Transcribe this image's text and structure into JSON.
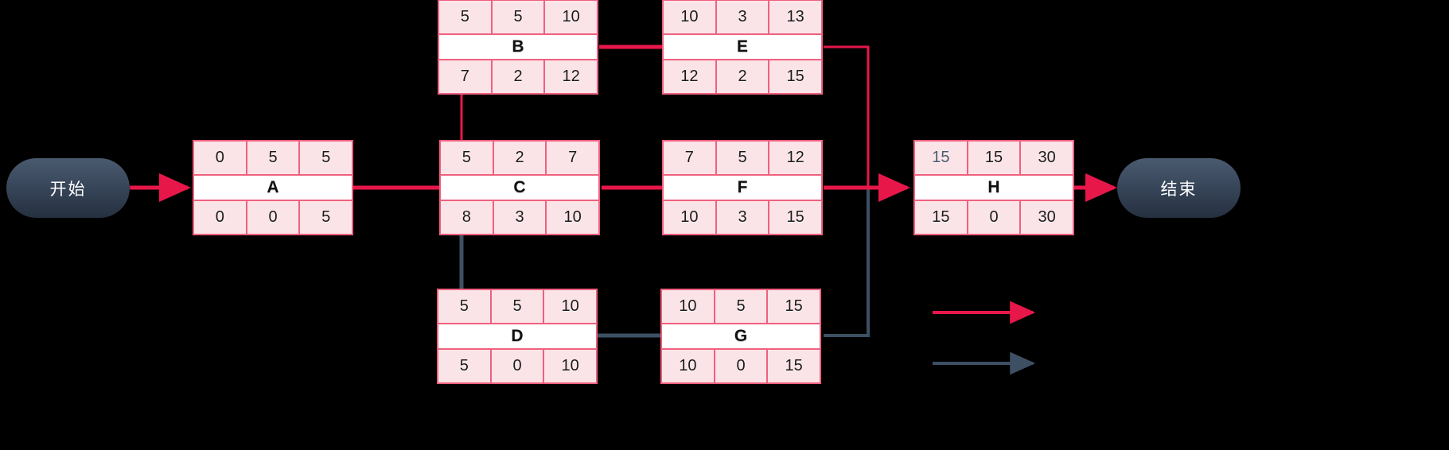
{
  "diagram": {
    "type": "pert-cpm-network",
    "start_label": "开始",
    "end_label": "结束"
  },
  "nodes": [
    {
      "id": "A",
      "name": "A",
      "top": [
        "0",
        "5",
        "5"
      ],
      "bottom": [
        "0",
        "0",
        "5"
      ],
      "critical": true
    },
    {
      "id": "B",
      "name": "B",
      "top": [
        "5",
        "5",
        "10"
      ],
      "bottom": [
        "7",
        "2",
        "12"
      ],
      "critical": true
    },
    {
      "id": "C",
      "name": "C",
      "top": [
        "5",
        "2",
        "7"
      ],
      "bottom": [
        "8",
        "3",
        "10"
      ],
      "critical": true
    },
    {
      "id": "D",
      "name": "D",
      "top": [
        "5",
        "5",
        "10"
      ],
      "bottom": [
        "5",
        "0",
        "10"
      ],
      "critical": false
    },
    {
      "id": "E",
      "name": "E",
      "top": [
        "10",
        "3",
        "13"
      ],
      "bottom": [
        "12",
        "2",
        "15"
      ],
      "critical": true
    },
    {
      "id": "F",
      "name": "F",
      "top": [
        "7",
        "5",
        "12"
      ],
      "bottom": [
        "10",
        "3",
        "15"
      ],
      "critical": true
    },
    {
      "id": "G",
      "name": "G",
      "top": [
        "10",
        "5",
        "15"
      ],
      "bottom": [
        "10",
        "0",
        "15"
      ],
      "critical": false
    },
    {
      "id": "H",
      "name": "H",
      "top": [
        "15",
        "15",
        "30"
      ],
      "bottom": [
        "15",
        "0",
        "30"
      ],
      "critical": true
    }
  ],
  "edges": [
    {
      "from": "start",
      "to": "A",
      "style": "critical"
    },
    {
      "from": "A",
      "to": "B",
      "style": "critical"
    },
    {
      "from": "A",
      "to": "C",
      "style": "critical"
    },
    {
      "from": "A",
      "to": "D",
      "style": "normal"
    },
    {
      "from": "B",
      "to": "E",
      "style": "critical"
    },
    {
      "from": "C",
      "to": "F",
      "style": "critical"
    },
    {
      "from": "D",
      "to": "G",
      "style": "normal"
    },
    {
      "from": "E",
      "to": "H",
      "style": "critical"
    },
    {
      "from": "F",
      "to": "H",
      "style": "critical"
    },
    {
      "from": "G",
      "to": "H",
      "style": "normal"
    },
    {
      "from": "H",
      "to": "end",
      "style": "critical"
    }
  ],
  "legend": {
    "items": [
      {
        "key": "critical-path-arrow",
        "style": "critical"
      },
      {
        "key": "normal-path-arrow",
        "style": "normal"
      }
    ]
  },
  "colors": {
    "critical": "#e8174a",
    "normal": "#3d4f63",
    "node_border": "#f0607f",
    "node_cell_bg": "#fbe4e8",
    "node_label_bg": "#ffffff",
    "terminal_bg": "#38465a",
    "background": "#000000"
  }
}
